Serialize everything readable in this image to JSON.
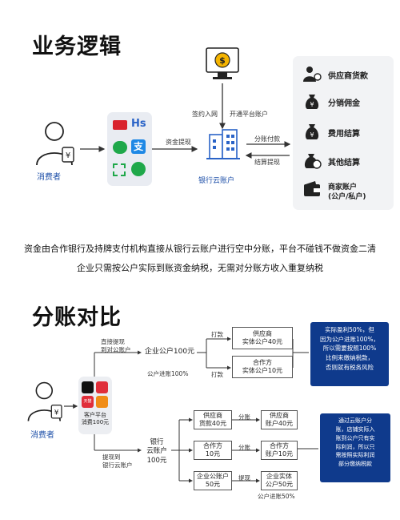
{
  "section1": {
    "title": "业务逻辑",
    "consumer_label": "消费者",
    "cloud_account_label": "银行云账户",
    "arrow_fund_pay": "资金提现",
    "arrow_sign": "签约入网",
    "arrow_open": "开通平台账户",
    "arrow_split_pay": "分账付款",
    "arrow_settle_withdraw": "结算提现",
    "pay_marks": [
      "Hs",
      "支"
    ],
    "right_items": [
      {
        "label": "供应商货款",
        "icon": "supplier-icon"
      },
      {
        "label": "分销佣金",
        "icon": "money-bag-icon"
      },
      {
        "label": "费用结算",
        "icon": "fee-bag-icon"
      },
      {
        "label": "其他结算",
        "icon": "other-settle-icon"
      },
      {
        "label": "商家账户\n(公户/私户)",
        "icon": "wallet-icon"
      }
    ]
  },
  "paragraph": {
    "line1": "资金由合作银行及持牌支付机构直接从银行云账户进行空中分账，平台不碰钱不做资金二清",
    "line2": "企业只需按公户实际到账资金纳税，无需对分账方收入重复纳税"
  },
  "section2": {
    "title": "分账对比",
    "consumer_label": "消费者",
    "platform_label": "客户平台\n消费100元",
    "app_labels": [
      "天猫"
    ],
    "top_flow": {
      "branch_label": "直接提现\n到对公账户",
      "corp_account": "企业公户100元",
      "corp_in": "公户进账100%",
      "pay1": "打款",
      "pay2": "打款",
      "supplier": "供应商\n实体公户40元",
      "partner": "合作方\n实体公户10元",
      "note": "实际盈利50%，但\n因为公户进账100%，\n所以需要按照100%\n比例来缴纳税款，\n否则就有税务风险"
    },
    "bottom_flow": {
      "branch_label": "提现到\n银行云账户",
      "cloud_account": "银行\n云账户\n100元",
      "supplier_sub": "供应商\n货款40元",
      "partner_sub": "合作方\n10元",
      "corp_sub": "企业公账户\n50元",
      "split1": "分账",
      "split2": "分账",
      "withdraw": "提现",
      "supplier_acct": "供应商\n账户40元",
      "partner_acct": "合作方\n账户10元",
      "corp_entity": "企业实体\n公户50元",
      "corp_in": "公户进账50%",
      "note": "通过云账户分\n账，店铺实际入\n账到公户只有实\n际利润，所以只\n需按照实际利润\n部分缴纳税款"
    }
  },
  "colors": {
    "navy": "#0f3a8c",
    "panel": "#f2f3f5",
    "green": "#1fa84a",
    "blue": "#2a63c7",
    "red": "#d9232d"
  }
}
